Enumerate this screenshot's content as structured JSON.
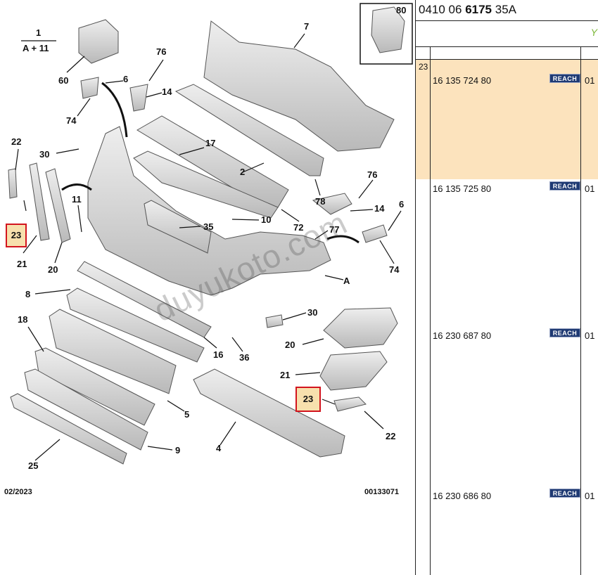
{
  "diagram": {
    "labels": [
      {
        "id": "lbl-1",
        "text": "1"
      },
      {
        "id": "lbl-a11",
        "text": "A + 11"
      },
      {
        "id": "lbl-60",
        "text": "60"
      },
      {
        "id": "lbl-76a",
        "text": "76"
      },
      {
        "id": "lbl-6a",
        "text": "6"
      },
      {
        "id": "lbl-14a",
        "text": "14"
      },
      {
        "id": "lbl-74a",
        "text": "74"
      },
      {
        "id": "lbl-7",
        "text": "7"
      },
      {
        "id": "lbl-22a",
        "text": "22"
      },
      {
        "id": "lbl-30a",
        "text": "30"
      },
      {
        "id": "lbl-17",
        "text": "17"
      },
      {
        "id": "lbl-2",
        "text": "2"
      },
      {
        "id": "lbl-76b",
        "text": "76"
      },
      {
        "id": "lbl-78",
        "text": "78"
      },
      {
        "id": "lbl-14b",
        "text": "14"
      },
      {
        "id": "lbl-6b",
        "text": "6"
      },
      {
        "id": "lbl-11",
        "text": "11"
      },
      {
        "id": "lbl-35",
        "text": "35"
      },
      {
        "id": "lbl-10",
        "text": "10"
      },
      {
        "id": "lbl-72",
        "text": "72"
      },
      {
        "id": "lbl-77",
        "text": "77"
      },
      {
        "id": "lbl-21a",
        "text": "21"
      },
      {
        "id": "lbl-20a",
        "text": "20"
      },
      {
        "id": "lbl-74b",
        "text": "74"
      },
      {
        "id": "lbl-A",
        "text": "A"
      },
      {
        "id": "lbl-8",
        "text": "8"
      },
      {
        "id": "lbl-30b",
        "text": "30"
      },
      {
        "id": "lbl-18",
        "text": "18"
      },
      {
        "id": "lbl-20b",
        "text": "20"
      },
      {
        "id": "lbl-16",
        "text": "16"
      },
      {
        "id": "lbl-36",
        "text": "36"
      },
      {
        "id": "lbl-21b",
        "text": "21"
      },
      {
        "id": "lbl-5",
        "text": "5"
      },
      {
        "id": "lbl-22b",
        "text": "22"
      },
      {
        "id": "lbl-4",
        "text": "4"
      },
      {
        "id": "lbl-9",
        "text": "9"
      },
      {
        "id": "lbl-25",
        "text": "25"
      }
    ],
    "highlight_label": "23",
    "corner_ref": "80",
    "date": "02/2023",
    "code": "00133071",
    "watermark": "duyukoto.com"
  },
  "panel": {
    "ref_prefix": "0410 06 ",
    "ref_bold": "6175",
    "ref_suffix": " 35A",
    "col_letter": "Y",
    "row_number": "23",
    "badge_label": "REACH",
    "parts": [
      {
        "number": "16 135 724 80",
        "qty": "01"
      },
      {
        "number": "16 135 725 80",
        "qty": "01"
      },
      {
        "number": "16 230 687 80",
        "qty": "01"
      },
      {
        "number": "16 230 686 80",
        "qty": "01"
      }
    ]
  },
  "colors": {
    "highlight_border": "#d2141e",
    "highlight_fill": "#f7e0ad",
    "row_highlight": "#fce3bd",
    "badge": "#1f3a73",
    "accent_letter": "#7db83a"
  }
}
